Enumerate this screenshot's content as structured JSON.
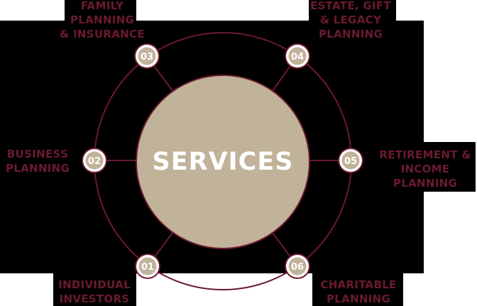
{
  "colors": {
    "accent": "#6b1a2e",
    "center_fill": "#c1b29a",
    "node_ring": "#ffffff",
    "background_dark": "#000000",
    "background_light": "#ffffff"
  },
  "center": {
    "title": "SERVICES"
  },
  "services": [
    {
      "number": "01",
      "lines": [
        "INDIVIDUAL",
        "INVESTORS"
      ]
    },
    {
      "number": "02",
      "lines": [
        "BUSINESS",
        "PLANNING"
      ]
    },
    {
      "number": "03",
      "lines": [
        "FAMILY",
        "PLANNING",
        "& INSURANCE"
      ]
    },
    {
      "number": "04",
      "lines": [
        "ESTATE, GIFT",
        "& LEGACY",
        "PLANNING"
      ]
    },
    {
      "number": "05",
      "lines": [
        "RETIREMENT &",
        "INCOME",
        "PLANNING"
      ]
    },
    {
      "number": "06",
      "lines": [
        "CHARITABLE",
        "PLANNING"
      ]
    }
  ]
}
